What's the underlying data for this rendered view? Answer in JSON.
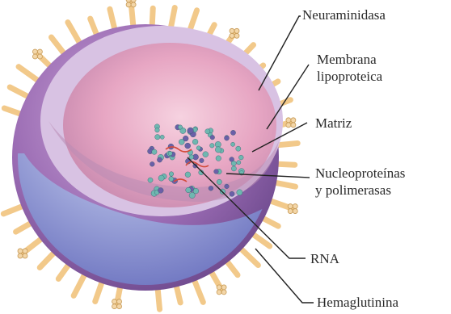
{
  "labels": {
    "neuraminidasa": "Neuraminidasa",
    "membrana_line1": "Membrana",
    "membrana_line2": "lipoproteica",
    "matriz": "Matriz",
    "nucleo_line1": "Nucleoproteínas",
    "nucleo_line2": "y polimerasas",
    "rna": "RNA",
    "hemaglutinina": "Hemaglutinina"
  },
  "colors": {
    "outer_envelope": "#8e5aa6",
    "envelope_lower": "#7b86c9",
    "inner_cavity": "#e8a8c4",
    "matrix_band": "#d9c6e4",
    "spike": "#f2c98a",
    "spike_edge": "#c79a55",
    "nucleo_teal": "#6fb7b0",
    "nucleo_purple": "#6b5fa8",
    "rna": "#d34a3a",
    "leader_line": "#222222"
  }
}
